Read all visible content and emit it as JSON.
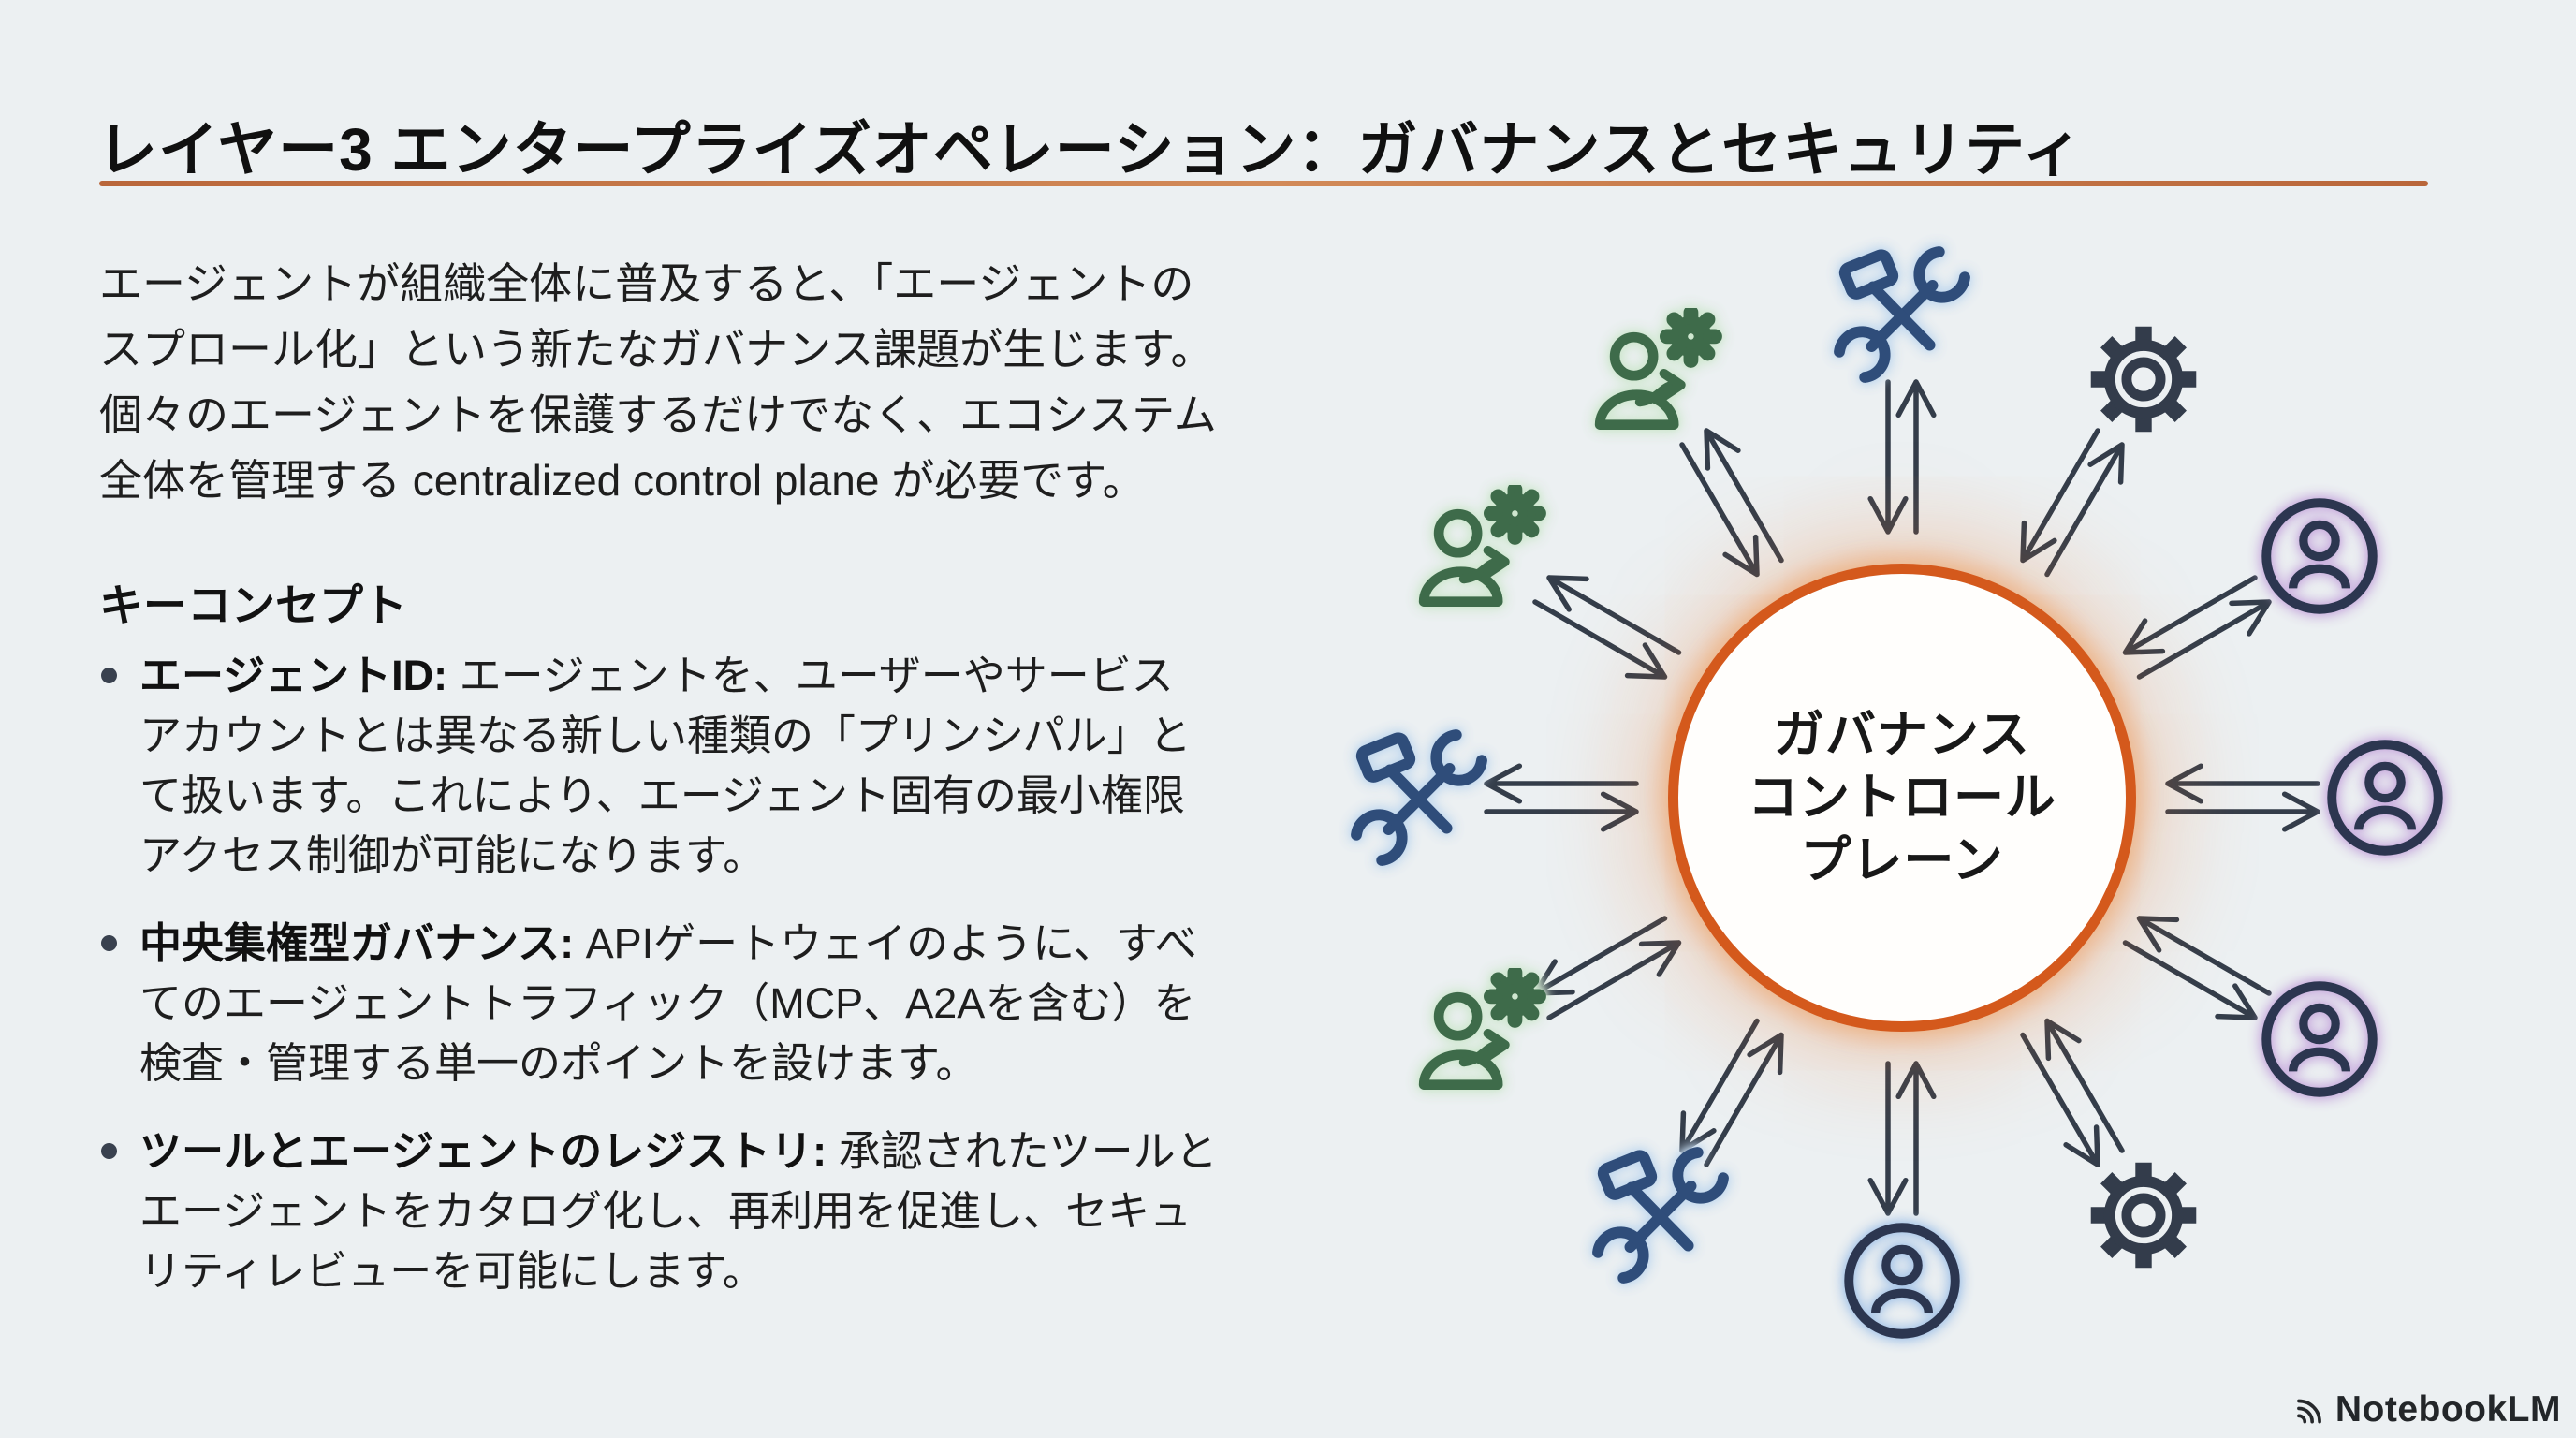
{
  "page": {
    "background": "#ecf0f2"
  },
  "header": {
    "title": "レイヤー3 エンタープライズオペレーション：ガバナンスとセキュリティ",
    "rule_color": "#c26b3a"
  },
  "intro": {
    "text": "エージェントが組織全体に普及すると、「エージェントの\nスプロール化」という新たなガバナンス課題が生じます。\n個々のエージェントを保護するだけでなく、エコシステム\n全体を管理する centralized control plane が必要です。"
  },
  "key_concepts": {
    "heading": "キーコンセプト",
    "bullets": [
      {
        "lead": "エージェントID:",
        "text": " エージェントを、ユーザーやサービス\nアカウントとは異なる新しい種類の「プリンシパル」と\nて扱います。これにより、エージェント固有の最小権限\nアクセス制御が可能になります。"
      },
      {
        "lead": "中央集権型ガバナンス:",
        "text": " APIゲートウェイのように、すべ\nてのエージェントトラフィック（MCP、A2Aを含む）を\n検査・管理する単一のポイントを設けます。"
      },
      {
        "lead": "ツールとエージェントのレジストリ:",
        "text": " 承認されたツールと\nエージェントをカタログ化し、再利用を促進し、セキュ\nリティレビューを可能にします。"
      }
    ]
  },
  "diagram": {
    "center_label": "ガバナンス\nコントロール\nプレーン",
    "colors": {
      "ring": "#d4591c",
      "arrow": "#343d4a",
      "tools_stroke": "#2f4d7a",
      "tools_glow": "#c3d9ee",
      "gear_stroke": "#333c4b",
      "user_stroke": "#2c3650",
      "agent_stroke": "#3e6b4a",
      "agent_glow": "#cfe7cf",
      "accent_purple": "#c9aede",
      "accent_blue": "#a9c6e8"
    },
    "nodes": [
      {
        "icon": "tools",
        "clock": 12
      },
      {
        "icon": "gear",
        "clock": 1
      },
      {
        "icon": "user",
        "accent": "purple",
        "clock": 2
      },
      {
        "icon": "user",
        "accent": "purple",
        "clock": 3
      },
      {
        "icon": "user",
        "accent": "purple",
        "clock": 4
      },
      {
        "icon": "gear",
        "clock": 5
      },
      {
        "icon": "user",
        "accent": "blue",
        "clock": 6
      },
      {
        "icon": "tools",
        "clock": 7
      },
      {
        "icon": "agent",
        "clock": 8
      },
      {
        "icon": "tools",
        "clock": 9
      },
      {
        "icon": "agent",
        "clock": 10
      },
      {
        "icon": "agent",
        "clock": 11
      }
    ]
  },
  "footer": {
    "brand": "NotebookLM"
  }
}
